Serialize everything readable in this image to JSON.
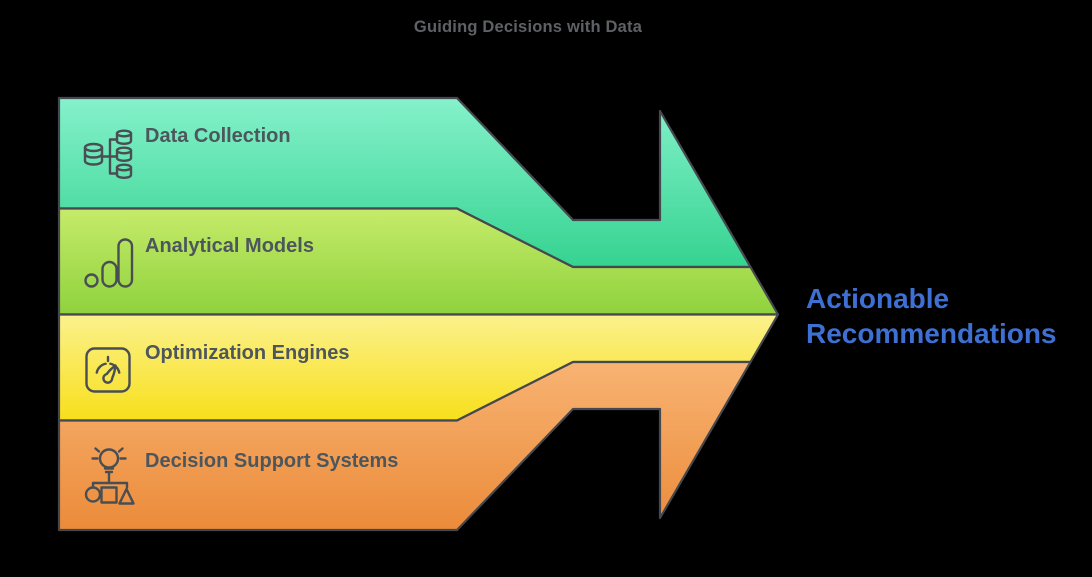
{
  "title": "Guiding Decisions with Data",
  "diagram": {
    "type": "converging-arrow-funnel",
    "stages": [
      {
        "label": "Data Collection",
        "icon": "database-cluster-icon",
        "gradient_top": "#85F1CB",
        "gradient_bottom": "#35D390"
      },
      {
        "label": "Analytical Models",
        "icon": "bar-chart-icon",
        "gradient_top": "#C6EB6A",
        "gradient_bottom": "#8FD23D"
      },
      {
        "label": "Optimization Engines",
        "icon": "gauge-icon",
        "gradient_top": "#FBF18D",
        "gradient_bottom": "#F8DF1B"
      },
      {
        "label": "Decision Support Systems",
        "icon": "decision-tree-idea-icon",
        "gradient_top": "#F8B372",
        "gradient_bottom": "#EB8B3A"
      }
    ],
    "outcome": {
      "label": "Actionable Recommendations",
      "color": "#3E70D4"
    }
  },
  "colors": {
    "background": "#000000",
    "shape_outline": "#45484E",
    "title_text": "#5E6165",
    "stage_label_text": "#4D565C"
  }
}
